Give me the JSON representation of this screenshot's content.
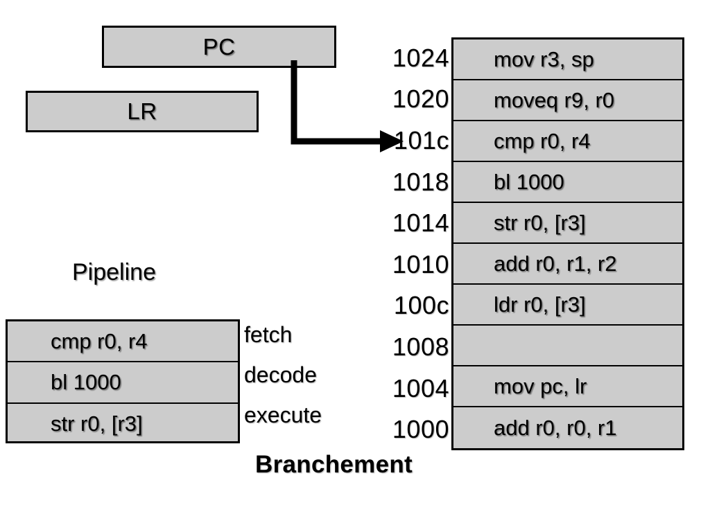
{
  "registers": [
    {
      "name": "PC",
      "label": "PC"
    },
    {
      "name": "LR",
      "label": "LR"
    }
  ],
  "pipeline": {
    "title": "Pipeline",
    "rows": [
      {
        "instruction": "cmp r0, r4",
        "stage": "fetch"
      },
      {
        "instruction": "bl 1000",
        "stage": "decode"
      },
      {
        "instruction": "str r0, [r3]",
        "stage": "execute"
      }
    ]
  },
  "memory": {
    "rows": [
      {
        "address": "1024",
        "instruction": "mov r3, sp",
        "pc_pointer": false
      },
      {
        "address": "1020",
        "instruction": "moveq r9, r0",
        "pc_pointer": false
      },
      {
        "address": "101c",
        "instruction": "cmp r0, r4",
        "pc_pointer": true
      },
      {
        "address": "1018",
        "instruction": "bl 1000",
        "pc_pointer": false
      },
      {
        "address": "1014",
        "instruction": "str r0, [r3]",
        "pc_pointer": false
      },
      {
        "address": "1010",
        "instruction": "add r0, r1, r2",
        "pc_pointer": false
      },
      {
        "address": "100c",
        "instruction": "ldr r0, [r3]",
        "pc_pointer": false
      },
      {
        "address": "1008",
        "instruction": "",
        "pc_pointer": false
      },
      {
        "address": "1004",
        "instruction": "mov pc, lr",
        "pc_pointer": false
      },
      {
        "address": "1000",
        "instruction": "add r0, r0, r1",
        "pc_pointer": false
      }
    ]
  },
  "caption": "Branchement",
  "colors": {
    "box_fill": "#cccccc",
    "box_border": "#000000",
    "text": "#000000",
    "background": "#ffffff"
  }
}
